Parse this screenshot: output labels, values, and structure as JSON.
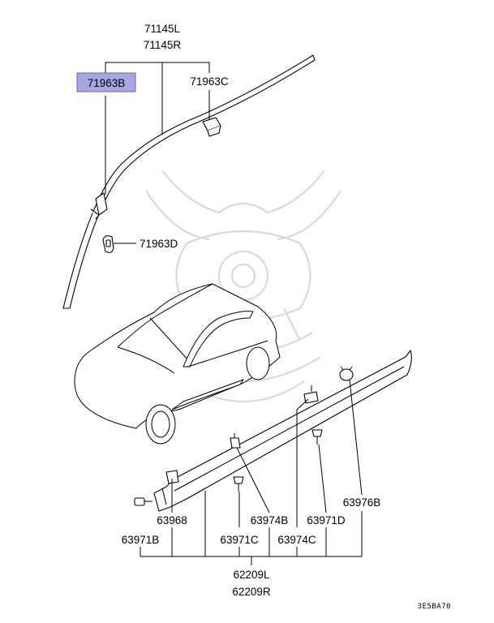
{
  "labels": {
    "upper_moulding_l": "71145L",
    "upper_moulding_r": "71145R",
    "clip_b": "71963B",
    "clip_c": "71963C",
    "clip_d": "71963D",
    "garnish": "63968",
    "screw_b": "63971B",
    "screw_c": "63971C",
    "screw_d": "63971D",
    "clip_74b": "63974B",
    "clip_74c": "63974C",
    "clip_76b": "63976B",
    "sill_l": "62209L",
    "sill_r": "62209R",
    "diagram_code": "3E5BA70"
  },
  "colors": {
    "highlight_fill": "#a6a6e0",
    "highlight_border": "#6666bb",
    "watermark": "#d9d9d9"
  }
}
